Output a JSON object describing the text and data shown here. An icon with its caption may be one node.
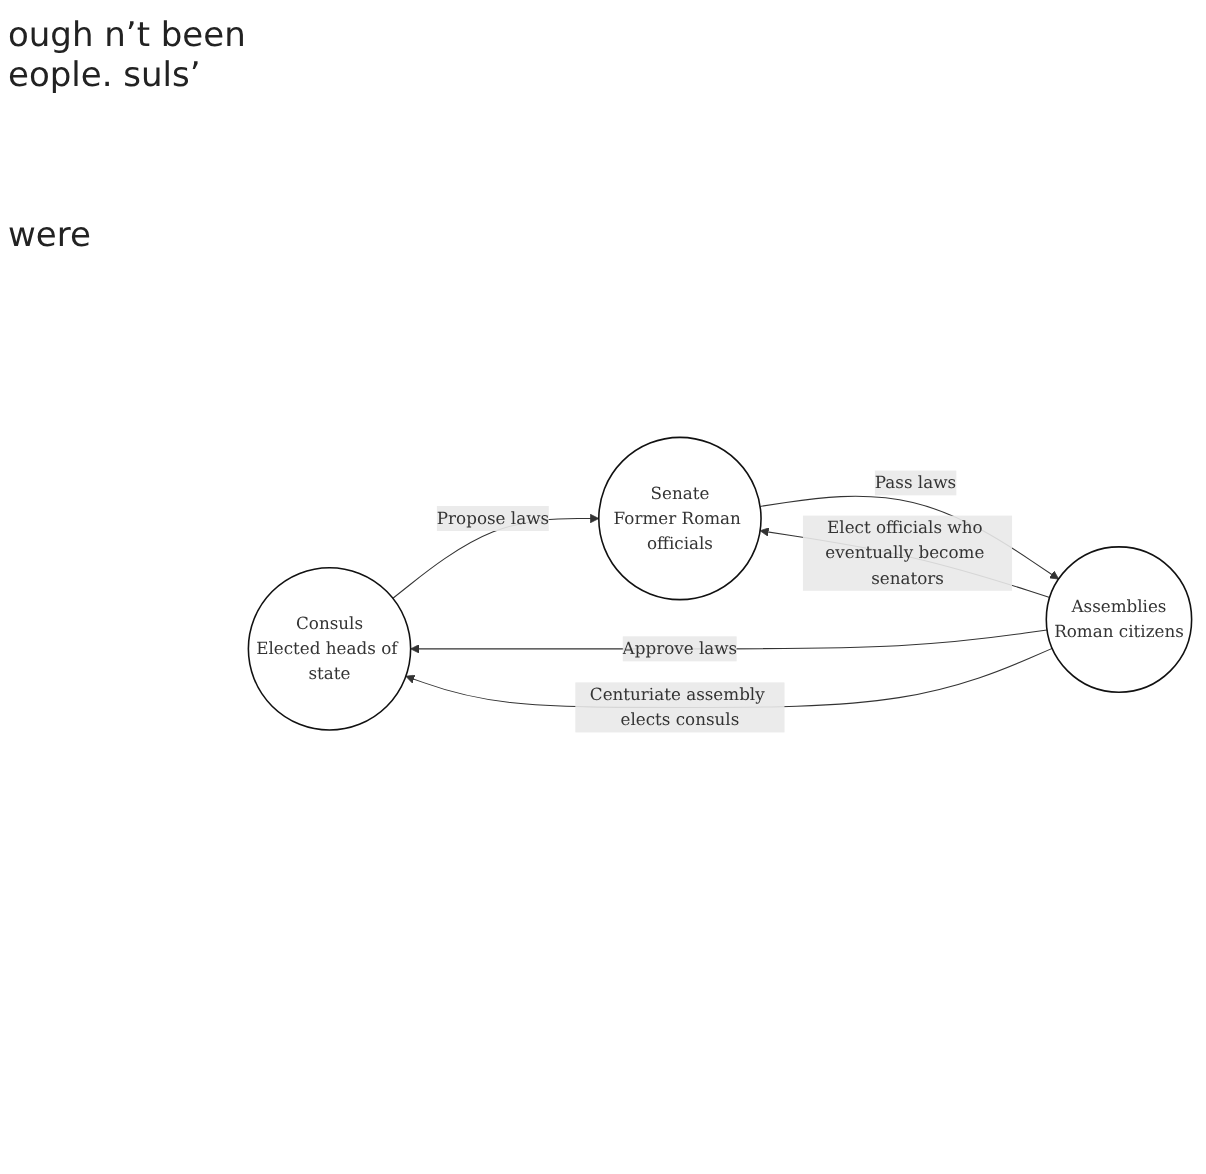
{
  "diagram": {
    "nodes": [
      {
        "text": [
          "Consuls",
          "Elected heads of state"
        ]
      },
      {
        "text": [
          "Senate",
          "Former Roman officials"
        ]
      },
      {
        "text": [
          "Assemblies",
          "Roman citizens"
        ]
      }
    ],
    "edges": [
      {
        "from": 0,
        "to": 1,
        "arrow": "to",
        "label": "Propose laws"
      },
      {
        "from": 1,
        "to": 2,
        "arrow": "to",
        "label": "Pass laws"
      },
      {
        "from": 2,
        "to": 0,
        "arrow": "to",
        "label": "Approve laws"
      },
      {
        "from": 2,
        "to": 0,
        "arrow": "to",
        "label": "Centuriate assembly elects consuls"
      },
      {
        "from": 2,
        "to": 1,
        "arrow": "to",
        "label": "Elect officials who eventually become senators"
      }
    ],
    "labels": [
      "ough n’t been eople. suls’",
      "were"
    ]
  }
}
